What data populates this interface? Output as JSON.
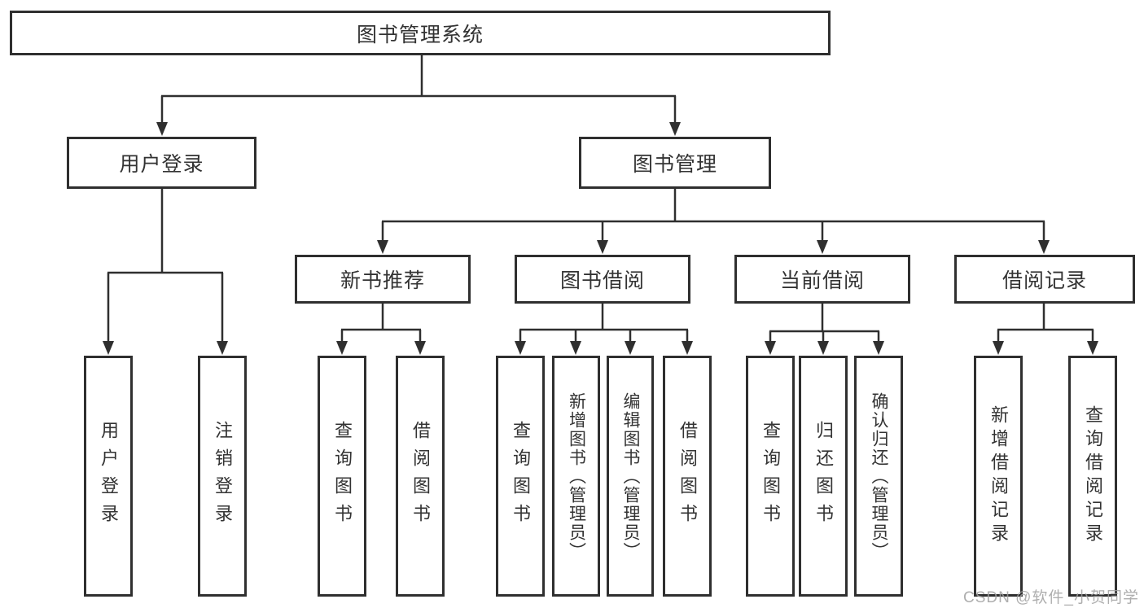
{
  "diagram": {
    "root": {
      "label": "图书管理系统"
    },
    "level2": [
      {
        "label": "用户登录"
      },
      {
        "label": "图书管理"
      }
    ],
    "level3": [
      {
        "label": "新书推荐"
      },
      {
        "label": "图书借阅"
      },
      {
        "label": "当前借阅"
      },
      {
        "label": "借阅记录"
      }
    ],
    "leaves": {
      "user_login": [
        "用户登录",
        "注销登录"
      ],
      "new_book": [
        "查询图书",
        "借阅图书"
      ],
      "book_borrow": [
        "查询图书",
        "新增图书（管理员）",
        "编辑图书（管理员）",
        "借阅图书"
      ],
      "current_borrow": [
        "查询图书",
        "归还图书",
        "确认归还（管理员）"
      ],
      "borrow_record": [
        "新增借阅记录",
        "查询借阅记录"
      ]
    }
  },
  "watermark": {
    "text": "CSDN @软件_小贺同学"
  },
  "colors": {
    "line": "#2f2f2f",
    "text": "#333333",
    "background": "#ffffff",
    "watermark": "#a0a0a0"
  }
}
